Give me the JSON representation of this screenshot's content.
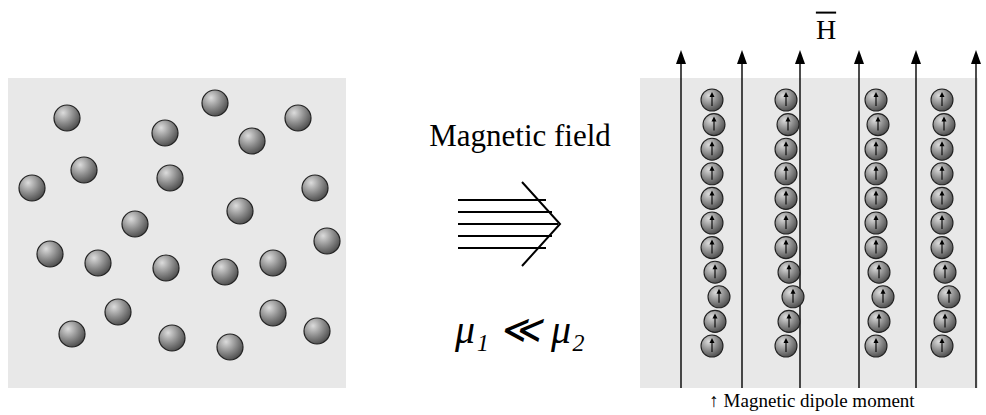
{
  "diagram": {
    "labels": [
      "H",
      "Magnetic field",
      "μ₁ ≪ μ₂",
      "↑ Magnetic dipole moment"
    ]
  }
}
